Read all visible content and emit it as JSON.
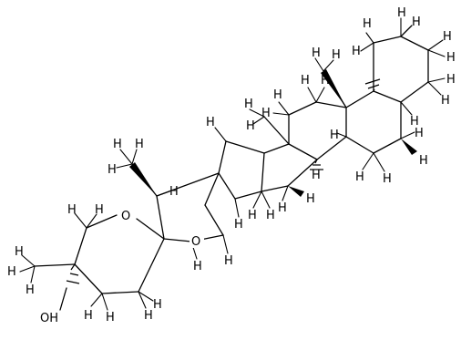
{
  "molecule": {
    "atom_labels": {
      "ring_oxygen": "O",
      "spiro_oxygen": "O",
      "hydroxyl": "OH",
      "hydrogen": "H"
    },
    "colors": {
      "bond": "#000000",
      "background": "#ffffff"
    }
  }
}
